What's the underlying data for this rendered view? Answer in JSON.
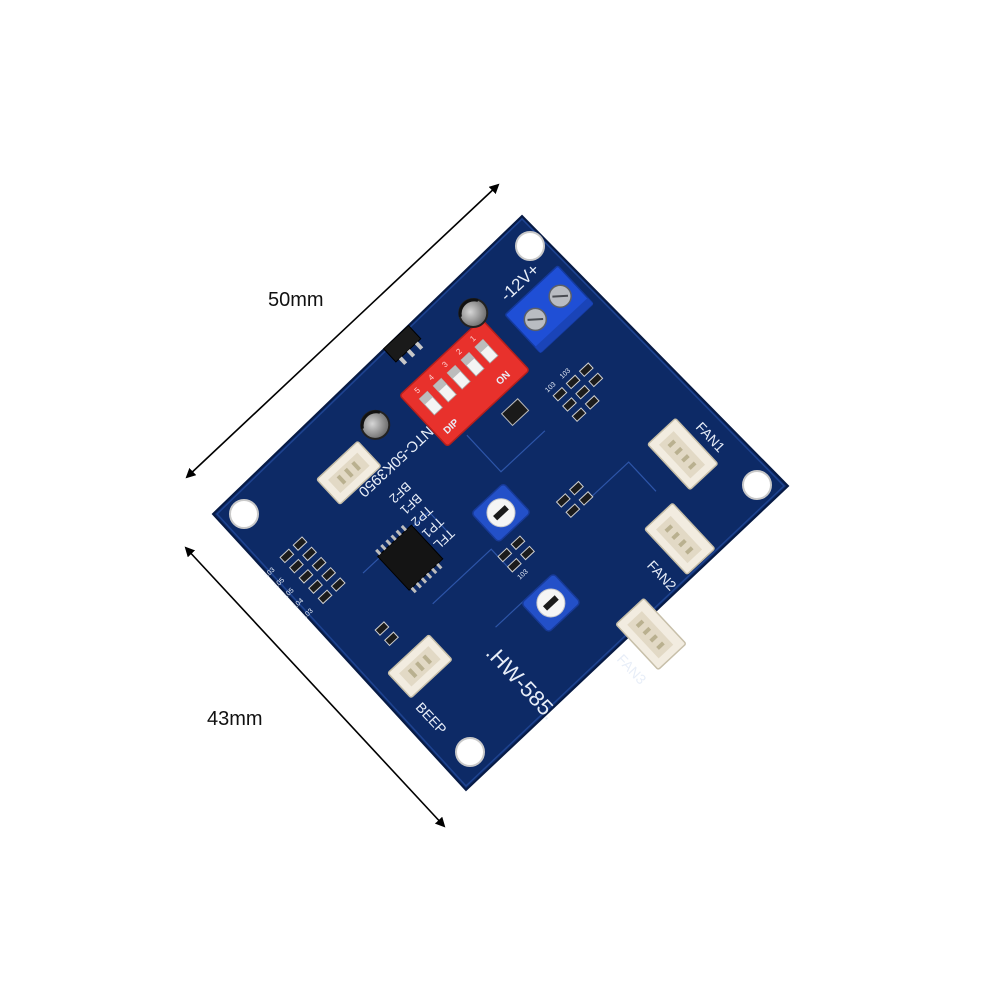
{
  "dimensions": {
    "width_label": "50mm",
    "height_label": "43mm"
  },
  "board": {
    "model": ".HW-585.",
    "sensor_label": "NTC-50K3950",
    "power_label": "-12V+",
    "buzzer_label": "BEEP",
    "pins": [
      "BF2",
      "BF1",
      "TP2",
      "TP1",
      "TFL"
    ],
    "fan_labels": [
      "FAN1",
      "FAN2",
      "FAN3"
    ],
    "dip": {
      "brand": "DIP",
      "on_label": "ON",
      "numbers": [
        "5",
        "4",
        "3",
        "2",
        "1"
      ]
    },
    "smd_codes": [
      "103",
      "105",
      "105",
      "104",
      "103",
      "103",
      "103",
      "103"
    ]
  },
  "colors": {
    "pcb": "#0d2a66",
    "dip_switch": "#e8312c",
    "terminal_block": "#1f4fd6",
    "connector": "#f2ece0",
    "potentiometer": "#2350c8"
  }
}
